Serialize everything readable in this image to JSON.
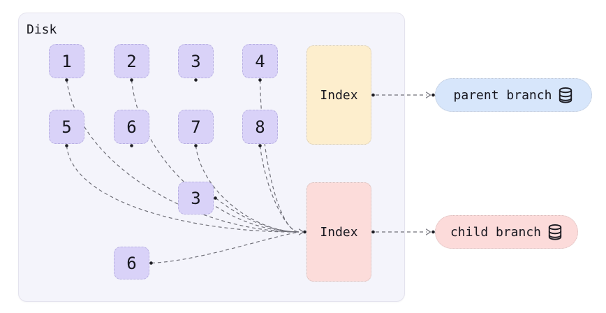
{
  "disk": {
    "label": "Disk"
  },
  "pages": [
    {
      "id": "p1",
      "label": "1"
    },
    {
      "id": "p2",
      "label": "2"
    },
    {
      "id": "p3",
      "label": "3"
    },
    {
      "id": "p4",
      "label": "4"
    },
    {
      "id": "p5",
      "label": "5"
    },
    {
      "id": "p6",
      "label": "6"
    },
    {
      "id": "p7",
      "label": "7"
    },
    {
      "id": "p8",
      "label": "8"
    },
    {
      "id": "p3b",
      "label": "3"
    },
    {
      "id": "p6b",
      "label": "6"
    }
  ],
  "indexes": [
    {
      "id": "index-parent",
      "label": "Index",
      "color": "#fdeecd"
    },
    {
      "id": "index-child",
      "label": "Index",
      "color": "#fcdcda"
    }
  ],
  "branches": [
    {
      "id": "branch-parent",
      "label": "parent branch",
      "icon": "database-icon",
      "color": "#d7e6fb"
    },
    {
      "id": "branch-child",
      "label": "child branch",
      "icon": "database-icon",
      "color": "#fcdbda"
    }
  ],
  "edges": [
    {
      "from": "p1",
      "to": "index-child"
    },
    {
      "from": "p2",
      "to": "index-child"
    },
    {
      "from": "p4",
      "to": "index-child"
    },
    {
      "from": "p5",
      "to": "index-child"
    },
    {
      "from": "p7",
      "to": "index-child"
    },
    {
      "from": "p8",
      "to": "index-child"
    },
    {
      "from": "p3b",
      "to": "index-child"
    },
    {
      "from": "p6b",
      "to": "index-child"
    },
    {
      "from": "index-parent",
      "to": "branch-parent"
    },
    {
      "from": "index-child",
      "to": "branch-child"
    }
  ],
  "colors": {
    "page_fill": "#d9d2f8",
    "disk_fill": "#f4f4fb",
    "disk_border": "#e4e3ee",
    "index_parent_fill": "#fdeecd",
    "index_child_fill": "#fcdcda",
    "branch_parent_fill": "#d7e6fb",
    "branch_child_fill": "#fcdbda",
    "connector": "#6f6f78",
    "text": "#17171f"
  }
}
